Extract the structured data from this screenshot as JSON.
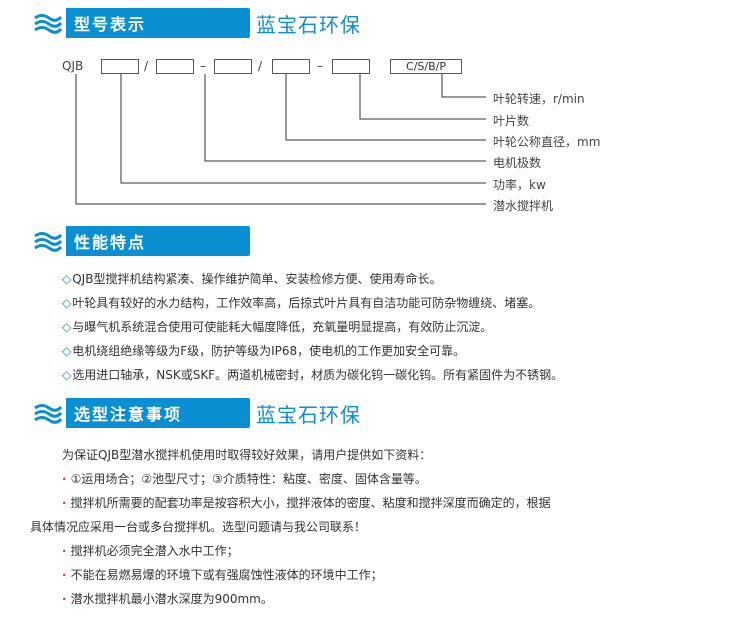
{
  "sections": {
    "model": {
      "title": "型号表示",
      "brand": "蓝宝石环保"
    },
    "features": {
      "title": "性能特点"
    },
    "selection": {
      "title": "选型注意事项",
      "brand": "蓝宝石环保"
    }
  },
  "model_code": {
    "prefix": "QJB",
    "sep1": "/",
    "sep2": "–",
    "sep3": "/",
    "sep4": "–",
    "last_box": "C/S/B/P",
    "legend": [
      "叶轮转速，r/min",
      "叶片数",
      "叶轮公称直径，mm",
      "电机极数",
      "功率，kw",
      "潜水搅拌机"
    ]
  },
  "features_list": [
    "QJB型搅拌机结构紧凑、操作维护简单、安装检修方便、使用寿命长。",
    "叶轮具有较好的水力结构，工作效率高，后掠式叶片具有自洁功能可防杂物缠绕、堵塞。",
    "与曝气机系统混合使用可使能耗大幅度降低，充氧量明显提高，有效防止沉淀。",
    "电机绕组绝缘等级为F级，防护等级为IP68，使电机的工作更加安全可靠。",
    "选用进口轴承，NSK或SKF。两道机械密封，材质为碳化钨一碳化钨。所有紧固件为不锈钢。"
  ],
  "selection_notes": {
    "intro": "为保证QJB型潜水搅拌机使用时取得较好效果，请用户提供如下资料：",
    "items": [
      "①运用场合；②池型尺寸；③介质特性：粘度、密度、固体含量等。",
      "搅拌机所需要的配套功率是按容积大小，搅拌液体的密度、粘度和搅拌深度而确定的，根据",
      "具体情况应采用一台或多台搅拌机。选型问题请与我公司联系！",
      "搅拌机必须完全潜入水中工作；",
      "不能在易燃易爆的环境下或有强腐蚀性液体的环境中工作；",
      "潜水搅拌机最小潜水深度为900mm。"
    ]
  },
  "colors": {
    "accent": "#0a8fd3",
    "bullet": "#e0401c"
  },
  "icons": {
    "section_logo": "wave-logo-icon",
    "feature_bullet": "diamond-icon",
    "note_bullet": "dot-icon"
  }
}
